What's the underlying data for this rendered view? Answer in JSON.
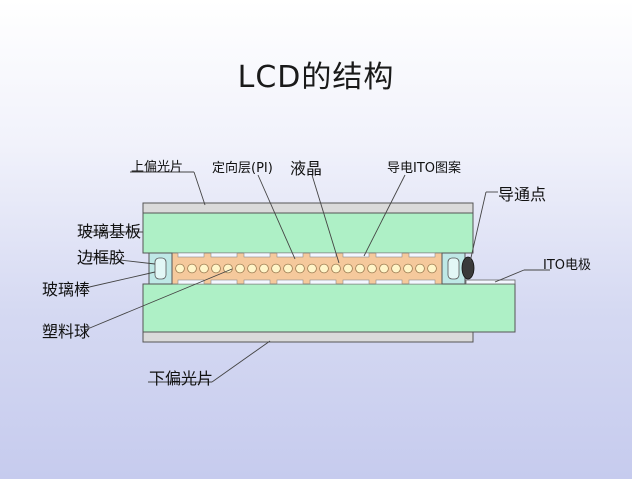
{
  "title": "LCD的结构",
  "labels": {
    "upper_polarizer": "上偏光片",
    "alignment_layer": "定向层(PI)",
    "liquid_crystal": "液晶",
    "conductive_ito_pattern": "导电ITO图案",
    "conductive_dot": "导通点",
    "glass_substrate": "玻璃基板",
    "sealant": "边框胶",
    "ito_electrode": "ITO电极",
    "glass_rod": "玻璃棒",
    "plastic_ball": "塑料球",
    "lower_polarizer": "下偏光片"
  },
  "colors": {
    "glass": "#aef0c6",
    "polarizer": "#dadada",
    "liquid_crystal": "#f5c99c",
    "spacer_ball": "#fff5c8",
    "alignment_layer": "#f3f7ff",
    "sealant": "#bfe8e6",
    "conductive_dot": "#3a3a3a"
  }
}
